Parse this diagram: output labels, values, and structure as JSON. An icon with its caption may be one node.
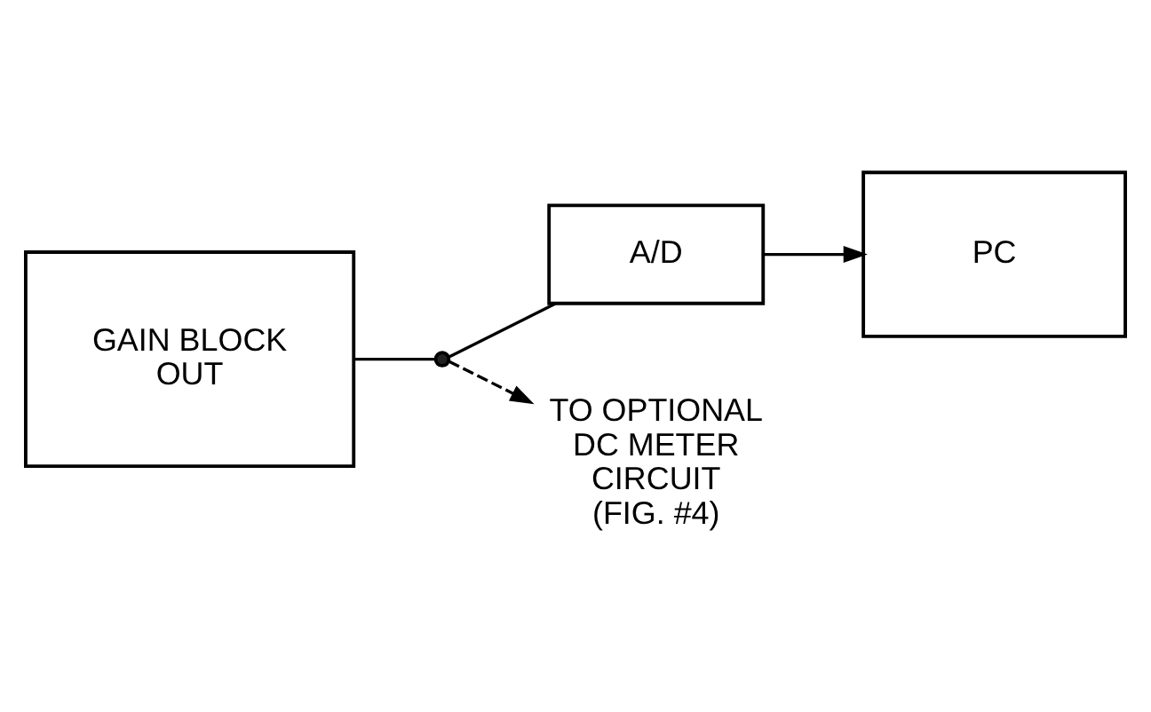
{
  "diagram": {
    "nodes": [
      {
        "text": [
          "GAIN BLOCK",
          "OUT"
        ]
      },
      {
        "text": [],
        "shape": "circle"
      },
      {
        "text": [
          "A/D"
        ]
      },
      {
        "text": [
          "PC"
        ]
      },
      {
        "text": [
          "TO OPTIONAL DC METER CIRCUIT (FIG. #4)"
        ]
      }
    ],
    "edges": [
      {
        "from": 0,
        "to": 1,
        "arrow": "none"
      },
      {
        "from": 1,
        "to": 2,
        "arrow": "none"
      },
      {
        "from": 2,
        "to": 3,
        "arrow": "to"
      },
      {
        "from": 1,
        "to": 4,
        "arrow": "to",
        "style": "dashed"
      }
    ]
  }
}
